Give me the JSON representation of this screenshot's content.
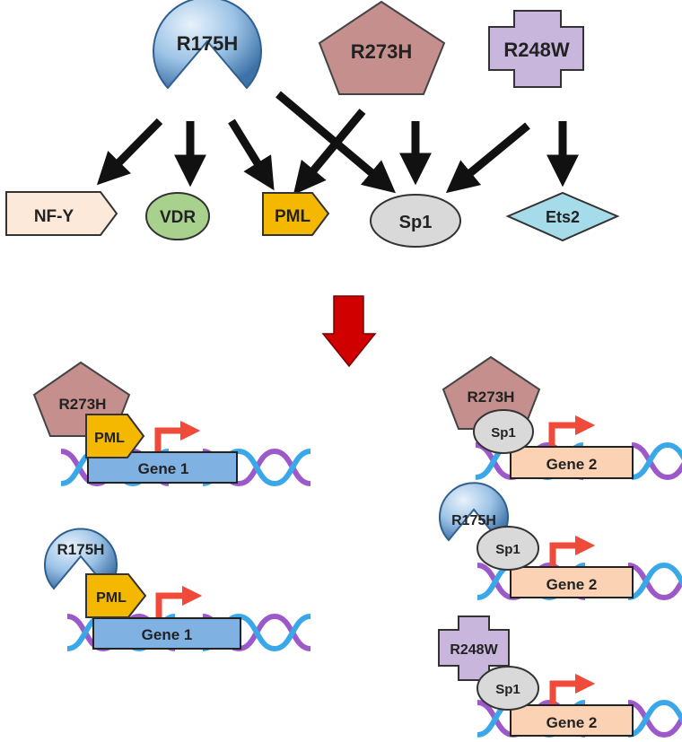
{
  "mutants": {
    "r175h": "R175H",
    "r273h": "R273H",
    "r248w": "R248W"
  },
  "partners": {
    "nfy": "NF-Y",
    "vdr": "VDR",
    "pml": "PML",
    "sp1": "Sp1",
    "ets2": "Ets2"
  },
  "complexes": [
    {
      "mutant": "R273H",
      "partner": "PML",
      "gene": "Gene 1"
    },
    {
      "mutant": "R175H",
      "partner": "PML",
      "gene": "Gene 1"
    },
    {
      "mutant": "R273H",
      "partner": "Sp1",
      "gene": "Gene 2"
    },
    {
      "mutant": "R175H",
      "partner": "Sp1",
      "gene": "Gene 2"
    },
    {
      "mutant": "R248W",
      "partner": "Sp1",
      "gene": "Gene 2"
    }
  ],
  "colors": {
    "r175h_light": "#b8d4ee",
    "r175h_dark": "#3f73a8",
    "r273h": "#c48f8c",
    "r248w": "#c9b6dc",
    "nfy": "#fde9d9",
    "vdr": "#a9d18e",
    "pml": "#f5b800",
    "sp1": "#d9d9d9",
    "ets2": "#a6dcea",
    "gene1": "#7fb1e3",
    "gene2": "#fbd3b4",
    "down_arrow": "#d10000",
    "tss_arrow": "#f04a3a",
    "dna_blue": "#3aa8e8",
    "dna_purple": "#9b59c9"
  }
}
